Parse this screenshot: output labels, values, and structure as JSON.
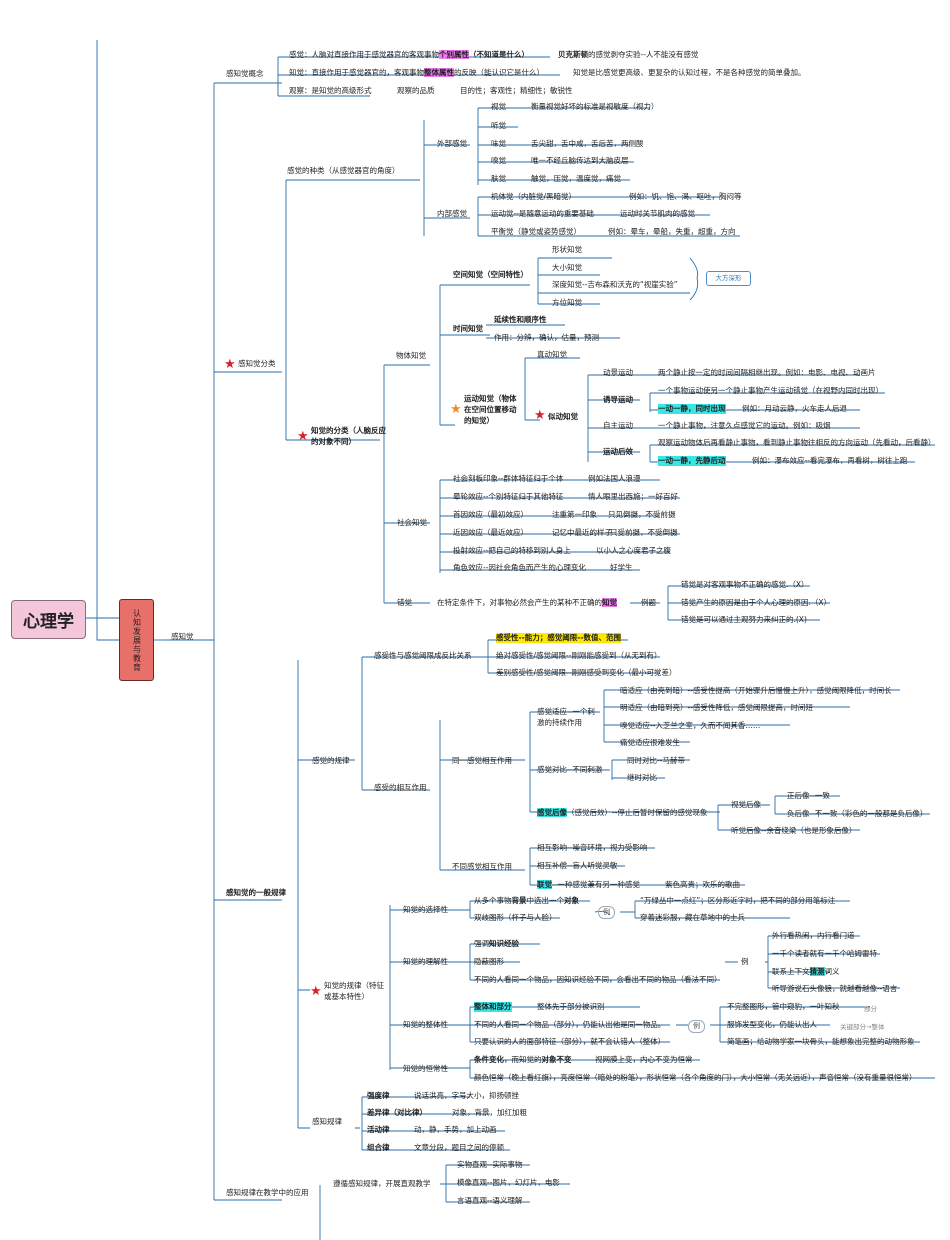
{
  "root": {
    "title": "心理学"
  },
  "branch": {
    "title": "认知发展与教育"
  },
  "main": {
    "title": "感知觉"
  },
  "g1": {
    "title": "感知觉概念",
    "sensation": {
      "pre": "感觉：人脑对直接作用于感觉器官的客观事物",
      "hl": "个别属性",
      "post": "（不知道是什么）",
      "note_b": "贝克斯顿",
      "note": "的感觉剥夺实验--人不能没有感觉"
    },
    "perception": {
      "pre": "知觉：直接作用于感觉器官的，客观事物",
      "hl": "整体属性",
      "post": "的反映（能认识它是什么）",
      "note": "知觉是比感觉更高级、更复杂的认知过程，不是各种感觉的简单叠加。"
    },
    "observe": {
      "a": "观察：是知觉的高级形式",
      "b": "观察的品质",
      "c": "目的性；客观性；精细性；敏锐性"
    }
  },
  "g2": {
    "title": "感知觉分类",
    "sense_types": "感觉的种类（从感觉器官的角度）",
    "external": "外部感觉",
    "internal": "内部感觉",
    "vision": "视觉",
    "vision_d": "衡量视觉好坏的标准是视敏度（视力）",
    "hearing": "听觉",
    "taste": "味觉",
    "taste_d": "舌尖甜，舌中咸，舌后苦，两侧酸",
    "smell": "嗅觉",
    "smell_d": "唯一不经丘脑传达到大脑皮层",
    "skin": "肤觉",
    "skin_d": "触觉，压觉，温度觉，痛觉",
    "organic": "机体觉（内脏觉/黑暗觉）",
    "organic_d": "例如：饥、饱、渴、呕吐，胸闷等",
    "motion": "运动觉--是随意运动的重要基础",
    "motion_d": "运动时关节肌肉的感觉",
    "balance": "平衡觉（静觉或姿势感觉）",
    "balance_d": "例如：晕车，晕船，失重，超重，方向",
    "perc_types": "知觉的分类（人脑反应的对象不同）",
    "object_p": "物体知觉",
    "space": "空间知觉（空间特性）",
    "shape": "形状知觉",
    "size": "大小知觉",
    "depth": "深度知觉--吉布森和沃克的“视崖实验”",
    "orient": "方位知觉",
    "callout": "大方深形",
    "time": "时间知觉",
    "time_a": "延续性和顺序性",
    "time_b": "作用：分辨，确认，估量，预测",
    "movement": "运动知觉（物体在空间位置移动的知觉）",
    "real": "真动知觉",
    "apparent": "似动知觉",
    "dyn": "动景运动",
    "dyn_d": "两个静止按一定的时间间隔相继出现。例如：电影、电视、动画片",
    "ind": "诱导运动",
    "ind_d": "一个事物运动使另一个静止事物产生运动错觉（在视野内同时出现）",
    "ind_hl": "一动一静，同时出现",
    "ind_eg": "例如：月动云静，火车走人后退",
    "auto": "自主运动",
    "auto_d": "一个静止事物，注意久点感觉它的运动。例如：吸烟",
    "after": "运动后效",
    "after_d": "观察运动物体后再看静止事物，看到静止事物往相反的方向运动（先看动，后看静）",
    "after_hl": "一动一静，先静后动",
    "after_eg": "例如：瀑布效应--看完瀑布，再看树，树往上跑",
    "social_p": "社会知觉",
    "s1": "社会刻板印象--群体特征归于个体",
    "s1e": "例如法国人浪漫",
    "s2": "晕轮效应--个别特征归于其他特征",
    "s2e": "情人眼里出西施；一好百好",
    "s3": "首因效应（最初效应）",
    "s3m": "注重第一印象",
    "s3e": "只见倒摄，不受前摄",
    "s4": "近因效应（最近效应）",
    "s4m": "记忆中最近的样子",
    "s4e": "只受前摄，不受倒摄",
    "s5": "投射效应--把自己的特移到别人身上",
    "s5e": "以小人之心度君子之腹",
    "s6": "角色效应--因社会角色而产生的心理变化",
    "s6e": "好学生",
    "illusion": "错觉",
    "illusion_pre": "在特定条件下，对事物必然会产生的某种不正确的",
    "illusion_hl": "知觉",
    "ex": "例题",
    "ex1": "错觉是对客观事物不正确的感觉.（X）",
    "ex2": "错觉产生的原因是由于个人心理的原因.（X）",
    "ex3": "错觉是可以通过主观努力来纠正的.(X)"
  },
  "g3": {
    "title": "感知觉的一般规律",
    "sense_laws": "感觉的规律",
    "inverse": "感受性与感觉阈限成反比关系",
    "inv_hl": "感受性--能力；感觉阈限--数值、范围",
    "abs": "绝对感受性/感觉阈限--刚刚能感受到（从无到有）",
    "diff": "差别感受性/感觉阈限--刚刚感受到变化（最小可觉差）",
    "interact": "感受的相互作用",
    "same": "同一感觉相互作用",
    "adapt": "感觉适应--一个刺激的持续作用",
    "dark": "暗适应（由亮到暗）--感受性提高（开始骤升后慢慢上升），感觉阈限降低，时间长",
    "light": "明适应（由暗到亮）--感受性降低，感觉阈限提高，时间短",
    "smell_a": "嗅觉适应--入芝兰之室，久而不闻其香……",
    "pain": "痛觉适应很难发生",
    "contrast": "感觉对比--不同刺激",
    "simul": "同时对比--马赫带",
    "succ": "继时对比",
    "after_hl": "感觉后像",
    "after_d": "（感觉后效）--停止后暂时保留的感觉现象",
    "visual_after": "视觉后像",
    "pos": "正后像--一致",
    "neg": "负后像--不一致（彩色的一般都是负后像）",
    "aud_after": "听觉后像--余音绕梁（也是形象后像）",
    "diff_sense": "不同感觉相互作用",
    "mutual": "相互影响--噪音环境，视力受影响",
    "comp": "相互补偿--盲人听觉灵敏",
    "syn_hl": "联觉",
    "syn": "--一种感觉兼有另一种感觉",
    "syn_e": "紫色高贵；欢乐的歌曲",
    "perc_laws": "知觉的规律（特征或基本特性）",
    "select": "知觉的选择性",
    "sel_a1": "从多个事物",
    "sel_a2": "背景",
    "sel_a3": "中选出一个",
    "sel_a4": "对象",
    "sel_b": "双歧图形（杯子与人脸）",
    "eg": "例",
    "sel_e1": "“万绿丛中一点红”；区分形近字时，把不同的部分用笔标注",
    "sel_e2": "穿着迷彩服，藏在草地中的士兵",
    "underst": "知觉的理解性",
    "und_a1": "强调",
    "und_a2": "知识经验",
    "und_b": "隐蔽图形",
    "und_c": "不同的人看同一个物品，因知识经验不同，会看出不同的物品（看法不同）",
    "und_e1": "外行看热闹，内行看门道",
    "und_e2": "一千个读者就有一千个哈姆雷特",
    "und_e3a": "联系上下文",
    "und_e3b": "猜测",
    "und_e3c": "词义",
    "und_e4": "听导游说石头像狼，就越看越像--语言",
    "whole": "知觉的整体性",
    "wh_hl": "整体和部分",
    "wh_a": "整体先于部分被识别",
    "wh_b": "不同的人看同一个物品（部分），仍能认出他是同一物品。",
    "wh_c": "只要认识的人的面部特征（部分），就不会认错人（整体）",
    "wh_e1": "不完整图形，管中窥豹，一叶知秋",
    "wh_e1n": "部分",
    "wh_e2": "服饰发型变化，仍能认出人",
    "wh_e2n": "关键部分→整体",
    "wh_e3": "简笔画；给动物学家一块骨头，能想象出完整的动物形象",
    "const": "知觉的恒常性",
    "co_a1": "条件变化",
    "co_a2": "，而知觉的",
    "co_a3": "对象不变",
    "co_a4": "视网膜上变，内心不变为恒常",
    "co_b": "颜色恒常（晚上看红旗），亮度恒常（暗处的粉笔），形状恒常（各个角度的门），大小恒常（无关远近），声音恒常（没有重量很恒常）",
    "sens_laws": "感知规律",
    "k1": "强度律",
    "k1d": "说话洪亮，字号大小，抑扬顿挫",
    "k2": "差异律（对比律）",
    "k2d": "对象，背景，加红加粗",
    "k3": "活动律",
    "k3d": "动，静，手势，加上动画",
    "k4": "组合律",
    "k4d": "文章分段，题目之间的停顿"
  },
  "g4": {
    "title": "感知规律在教学中的应用",
    "rule": "遵循感知规律，开展直观教学",
    "a": "实物直观--实际事物",
    "b": "模像直观--图片，幻灯片，电影",
    "c": "言语直观--语义理解"
  },
  "colors": {
    "root_fill": "#f3c6da",
    "branch_fill": "#e8706b",
    "line": "#2a6ea8",
    "magenta_hl": "#ee7cf0",
    "yellow_hl": "#ffe800",
    "cyan_hl": "#38e6e6",
    "star": "#d8212a"
  }
}
